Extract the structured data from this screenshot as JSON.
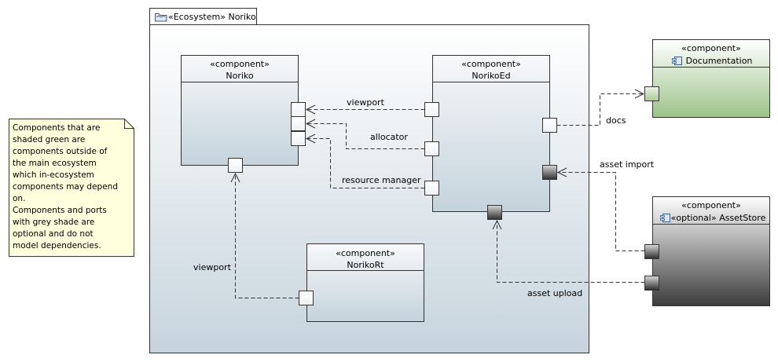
{
  "package": {
    "stereotype": "«Ecosystem»",
    "name": "Noriko"
  },
  "components": {
    "noriko": {
      "stereotype": "«component»",
      "name": "Noriko"
    },
    "norikoed": {
      "stereotype": "«component»",
      "name": "NorikoEd"
    },
    "norikort": {
      "stereotype": "«component»",
      "name": "NorikoRt"
    },
    "documentation": {
      "stereotype": "«component»",
      "name": "Documentation"
    },
    "assetstore": {
      "stereotype": "«component»",
      "name": "«optional» AssetStore"
    }
  },
  "connectors": {
    "viewport_ed": "viewport",
    "allocator": "allocator",
    "resource_manager": "resource manager",
    "viewport_rt": "viewport",
    "docs": "docs",
    "asset_import": "asset import",
    "asset_upload": "asset upload"
  },
  "note": {
    "text": "Components that are\nshaded green are\ncomponents outside of\nthe main ecosystem\nwhich in-ecosystem\ncomponents may depend\non.\nComponents and ports\nwith grey shade are\noptional and do not\nmodel dependencies."
  },
  "colors": {
    "component_fill_top": "#f7f8fa",
    "component_fill_bottom": "#c5d3dc",
    "external_green_top": "#ffffff",
    "external_green_bottom": "#9dc28a",
    "optional_grey_top": "#ffffff",
    "optional_grey_bottom": "#404040",
    "note_fill": "#ffffdd"
  },
  "icons": {
    "package": "folder-icon",
    "component": "component-icon"
  }
}
